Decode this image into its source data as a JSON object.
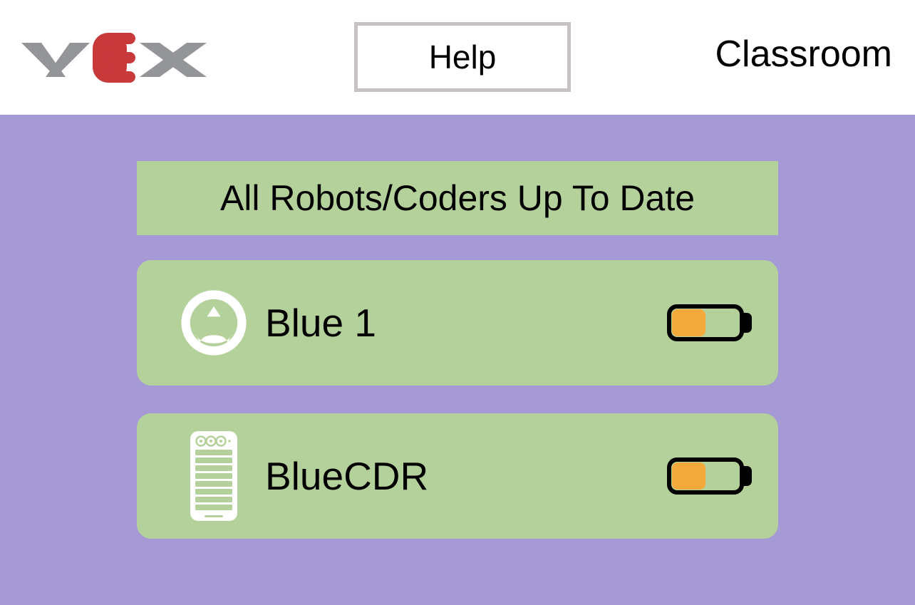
{
  "header": {
    "logo_alt": "VEX",
    "help_label": "Help",
    "classroom_label": "Classroom"
  },
  "main": {
    "status_banner": "All Robots/Coders Up To Date",
    "devices": [
      {
        "name": "Blue 1",
        "icon": "vex-robot-brain-icon",
        "battery_percent": 50
      },
      {
        "name": "BlueCDR",
        "icon": "vex-coder-device-icon",
        "battery_percent": 50
      }
    ]
  },
  "colors": {
    "purple_background": "#a599d6",
    "green_card": "#b5d19b",
    "battery_fill": "#f4a93d",
    "logo_red": "#c8393c",
    "logo_gray": "#939598",
    "help_border": "#c6c2c4"
  }
}
